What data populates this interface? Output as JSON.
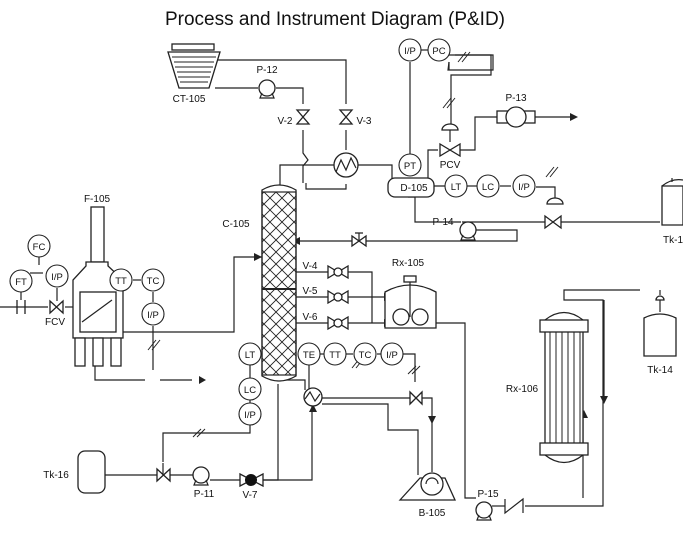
{
  "title": "Process and Instrument Diagram (P&ID)",
  "equipment": {
    "ct105": "CT-105",
    "p12": "P-12",
    "v2": "V-2",
    "v3": "V-3",
    "p13": "P-13",
    "pcv": "PCV",
    "d105": "D-105",
    "p14": "P-14",
    "tk1": "Tk-1",
    "f105": "F-105",
    "c105": "C-105",
    "fcv": "FCV",
    "v4": "V-4",
    "v5": "V-5",
    "v6": "V-6",
    "rx105": "Rx-105",
    "rx106": "Rx-106",
    "tk14": "Tk-14",
    "tk16": "Tk-16",
    "p11": "P-11",
    "v7": "V-7",
    "b105": "B-105",
    "p15": "P-15"
  },
  "instruments": {
    "ip_top": "I/P",
    "pc_top": "PC",
    "pt": "PT",
    "lt_d": "LT",
    "lc_d": "LC",
    "ip_d": "I/P",
    "fc": "FC",
    "ft": "FT",
    "ip_f": "I/P",
    "tt_f": "TT",
    "tc_f": "TC",
    "ip_tc": "I/P",
    "lt_c": "LT",
    "lc_c": "LC",
    "ip_c": "I/P",
    "te": "TE",
    "tt_c": "TT",
    "tc_c": "TC",
    "ip_te": "I/P"
  }
}
